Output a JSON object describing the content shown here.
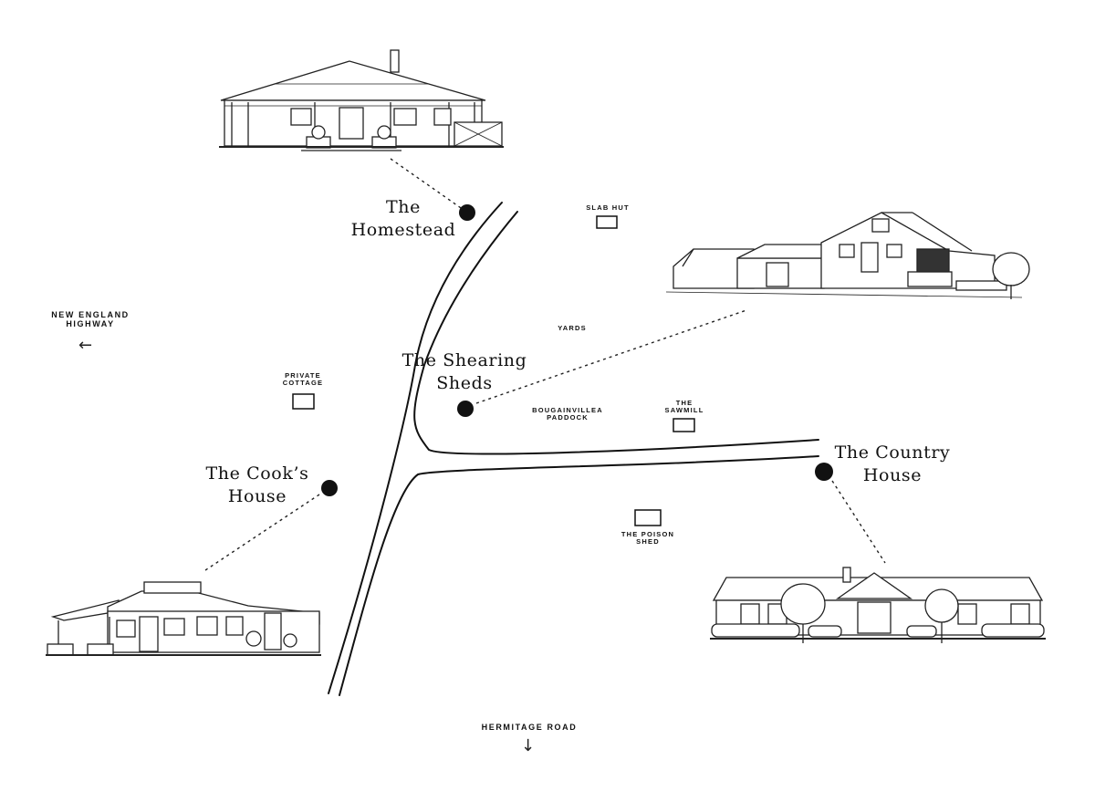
{
  "colors": {
    "ink": "#111111",
    "paper": "#ffffff"
  },
  "locations": {
    "homestead": {
      "line1": "The",
      "line2": "Homestead"
    },
    "shearing_sheds": {
      "line1": "The Shearing",
      "line2": "Sheds"
    },
    "cooks_house": {
      "line1": "The Cook’s",
      "line2": "House"
    },
    "country_house": {
      "line1": "The Country",
      "line2": "House"
    }
  },
  "small_places": {
    "slab_hut": "SLAB HUT",
    "yards": "YARDS",
    "private_cottage": {
      "line1": "PRIVATE",
      "line2": "COTTAGE"
    },
    "bougainvillea": {
      "line1": "BOUGAINVILLEA",
      "line2": "PADDOCK"
    },
    "sawmill": {
      "line1": "THE",
      "line2": "SAWMILL"
    },
    "poison_shed": {
      "line1": "THE POISON",
      "line2": "SHED"
    }
  },
  "roads": {
    "new_england": {
      "line1": "NEW ENGLAND",
      "line2": "HIGHWAY",
      "arrow": "←"
    },
    "hermitage": {
      "label": "HERMITAGE ROAD",
      "arrow": "↓"
    }
  }
}
